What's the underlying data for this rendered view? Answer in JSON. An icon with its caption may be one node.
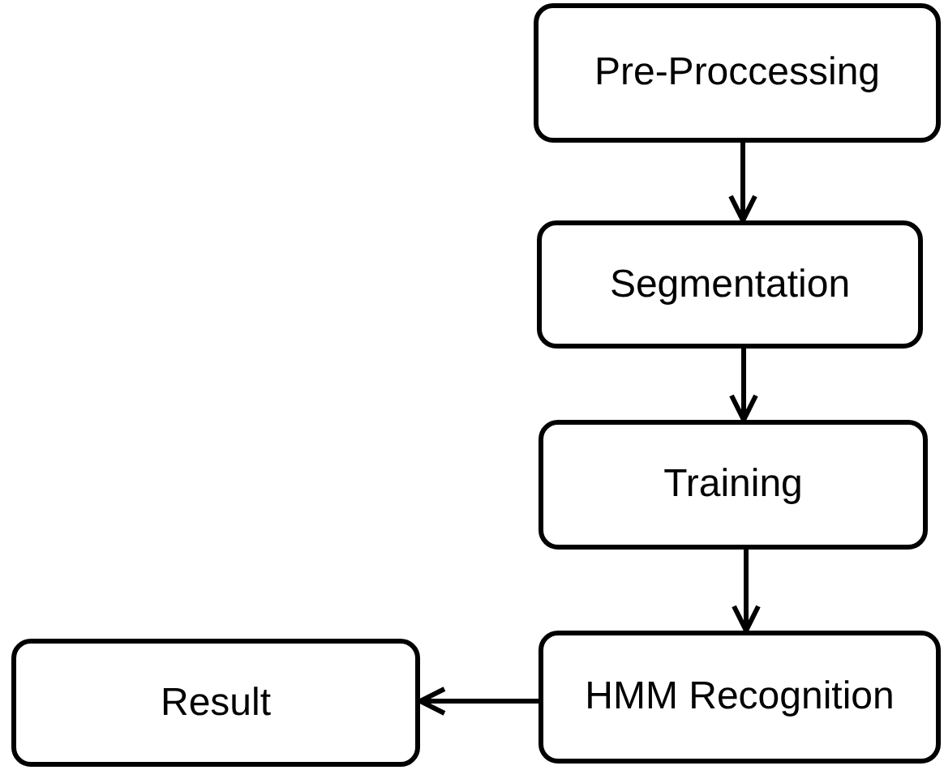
{
  "diagram": {
    "nodes": [
      {
        "text": [
          "Pre-Proccessing"
        ]
      },
      {
        "text": [
          "Segmentation"
        ]
      },
      {
        "text": [
          "Training"
        ]
      },
      {
        "text": [
          "HMM Recognition"
        ]
      },
      {
        "text": [
          "Result"
        ]
      }
    ],
    "edges": [
      {
        "from": 0,
        "to": 1,
        "arrow": "to"
      },
      {
        "from": 1,
        "to": 2,
        "arrow": "to"
      },
      {
        "from": 2,
        "to": 3,
        "arrow": "to"
      },
      {
        "from": 3,
        "to": 4,
        "arrow": "to"
      }
    ]
  }
}
